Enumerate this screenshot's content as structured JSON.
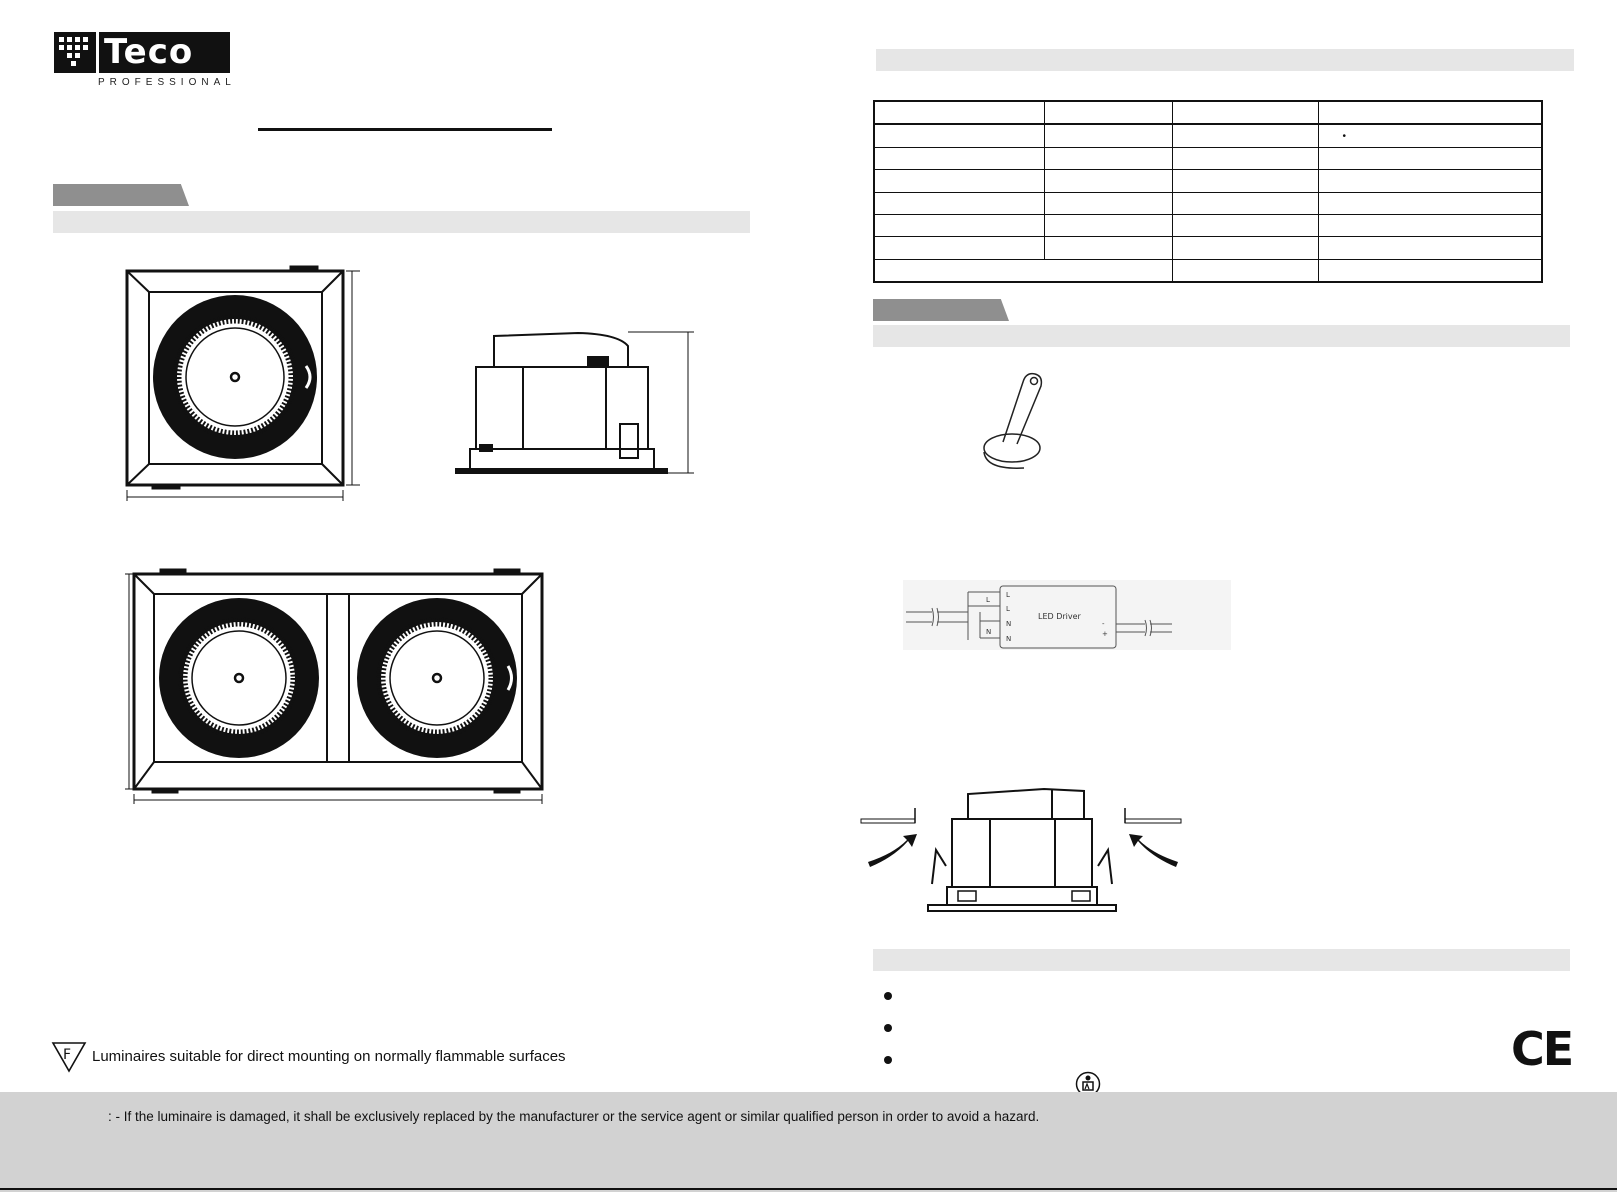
{
  "logo": {
    "name": "Teco",
    "tagline": "PROFESSIONAL"
  },
  "wiring": {
    "driver_label": "LED Driver",
    "in_L": "L",
    "in_N": "N",
    "terms": [
      "L",
      "L",
      "N",
      "N"
    ],
    "out_minus": "-",
    "out_plus": "+"
  },
  "notes": {
    "flammable": "Luminaires suitable for direct mounting on normally flammable surfaces",
    "warning": ": - If the luminaire is damaged, it shall be exclusively replaced by the manufacturer or the service agent or similar qualified person in order to avoid a hazard."
  },
  "marks": {
    "flame_symbol": "F",
    "ce": "CE"
  },
  "icons": {
    "flame": "f-mark-triangle-icon",
    "wrench": "spanner-tool-icon",
    "person": "trained-person-icon",
    "ce": "ce-mark-icon"
  },
  "colors": {
    "tab": "#8f8f8f",
    "band": "#e6e6e6",
    "footer": "#d2d2d2"
  }
}
